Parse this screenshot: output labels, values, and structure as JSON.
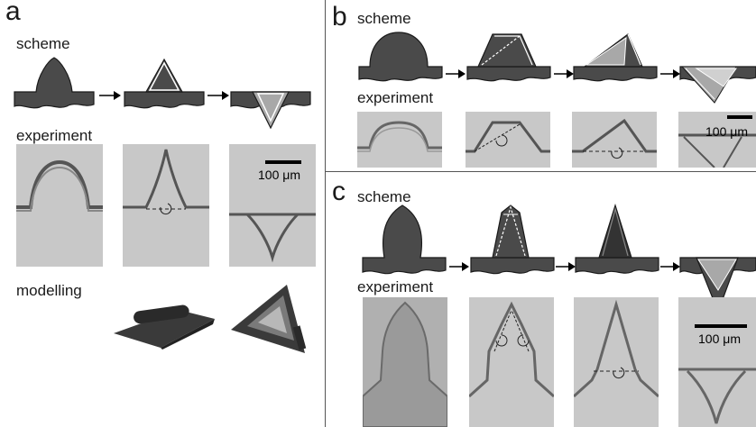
{
  "panels": {
    "a": {
      "letter": "a",
      "scheme_label": "scheme",
      "experiment_label": "experiment",
      "modelling_label": "modelling",
      "scale_label": "100 μm"
    },
    "b": {
      "letter": "b",
      "scheme_label": "scheme",
      "experiment_label": "experiment",
      "scale_label": "100 μm"
    },
    "c": {
      "letter": "c",
      "scheme_label": "scheme",
      "experiment_label": "experiment",
      "scale_label": "100 μm"
    }
  },
  "colors": {
    "shape_fill": "#4a4a4a",
    "light_fill": "#a8a8a8",
    "photo_bg": "#c8c8c8",
    "model_fill": "#3a3a3a"
  }
}
